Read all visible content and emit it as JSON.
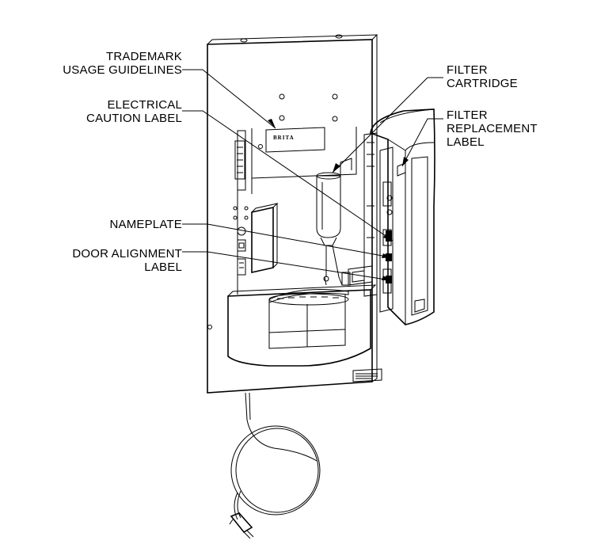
{
  "callouts": {
    "trademark": [
      "TRADEMARK",
      "USAGE GUIDELINES"
    ],
    "electrical": [
      "ELECTRICAL",
      "CAUTION LABEL"
    ],
    "nameplate": [
      "NAMEPLATE"
    ],
    "door_alignment": [
      "DOOR ALIGNMENT",
      "LABEL"
    ],
    "filter_cartridge": [
      "FILTER",
      "CARTRIDGE"
    ],
    "filter_replacement": [
      "FILTER",
      "REPLACEMENT",
      "LABEL"
    ]
  },
  "logo_text": "BRITA"
}
